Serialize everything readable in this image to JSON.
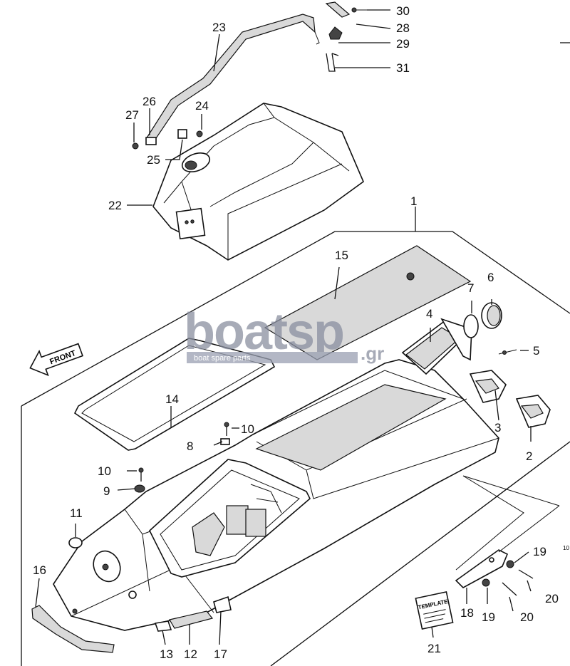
{
  "diagram": {
    "callouts": [
      {
        "id": "1",
        "label": "1"
      },
      {
        "id": "2",
        "label": "2"
      },
      {
        "id": "3",
        "label": "3"
      },
      {
        "id": "4",
        "label": "4"
      },
      {
        "id": "5",
        "label": "5"
      },
      {
        "id": "6",
        "label": "6"
      },
      {
        "id": "7",
        "label": "7"
      },
      {
        "id": "8",
        "label": "8"
      },
      {
        "id": "9",
        "label": "9"
      },
      {
        "id": "10a",
        "label": "10"
      },
      {
        "id": "10b",
        "label": "10"
      },
      {
        "id": "11",
        "label": "11"
      },
      {
        "id": "12",
        "label": "12"
      },
      {
        "id": "13",
        "label": "13"
      },
      {
        "id": "14",
        "label": "14"
      },
      {
        "id": "15",
        "label": "15"
      },
      {
        "id": "16",
        "label": "16"
      },
      {
        "id": "17",
        "label": "17"
      },
      {
        "id": "18",
        "label": "18"
      },
      {
        "id": "19a",
        "label": "19"
      },
      {
        "id": "19b",
        "label": "19"
      },
      {
        "id": "20a",
        "label": "20"
      },
      {
        "id": "20b",
        "label": "20"
      },
      {
        "id": "21",
        "label": "21"
      },
      {
        "id": "22",
        "label": "22"
      },
      {
        "id": "23",
        "label": "23"
      },
      {
        "id": "24",
        "label": "24"
      },
      {
        "id": "25",
        "label": "25"
      },
      {
        "id": "26",
        "label": "26"
      },
      {
        "id": "27",
        "label": "27"
      },
      {
        "id": "28",
        "label": "28"
      },
      {
        "id": "29",
        "label": "29"
      },
      {
        "id": "30",
        "label": "30"
      },
      {
        "id": "31",
        "label": "31"
      }
    ],
    "front_arrow_label": "FRONT",
    "template_label": "TEMPLATE",
    "edge_mark": "10",
    "watermark": {
      "main": "boatsp",
      "suffix": ".gr",
      "tagline": "boat spare parts"
    },
    "colors": {
      "line": "#111111",
      "watermark": "#8a8fa0",
      "watermark_bar": "#9aa0b2"
    }
  }
}
